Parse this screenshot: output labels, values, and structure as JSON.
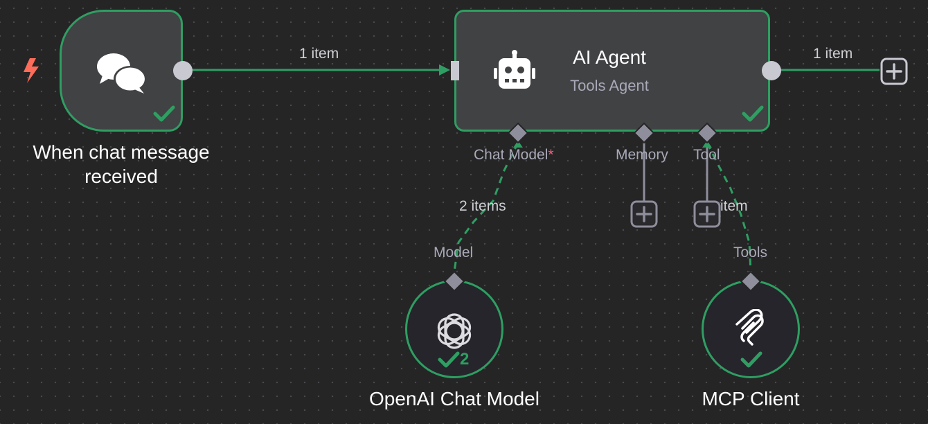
{
  "canvas": {
    "background_color": "#252526",
    "dot_color": "#4a4a4d",
    "success_color": "#2f9e62",
    "connection_color": "#8e8e9c",
    "trigger_color": "#ff6d5a",
    "required_color": "#f0607a"
  },
  "nodes": {
    "trigger": {
      "name": "When chat message received",
      "name_lines": [
        "When chat message",
        "received"
      ],
      "icon": "chat-bubbles-icon",
      "status": "success"
    },
    "agent": {
      "title": "AI Agent",
      "subtitle": "Tools Agent",
      "icon": "robot-icon",
      "status": "success",
      "ports": {
        "chat_model": "Chat Model",
        "chat_model_required": "*",
        "memory": "Memory",
        "tool": "Tool"
      }
    },
    "openai": {
      "name": "OpenAI Chat Model",
      "icon": "openai-logo-icon",
      "status": "success",
      "run_count": "2",
      "port": "Model"
    },
    "mcp": {
      "name": "MCP Client",
      "icon": "mcp-logo-icon",
      "status": "success",
      "port": "Tools"
    }
  },
  "connections": {
    "trigger_to_agent": "1 item",
    "agent_output": "1 item",
    "model_to_agent": "2 items",
    "tool_to_agent": "item"
  }
}
